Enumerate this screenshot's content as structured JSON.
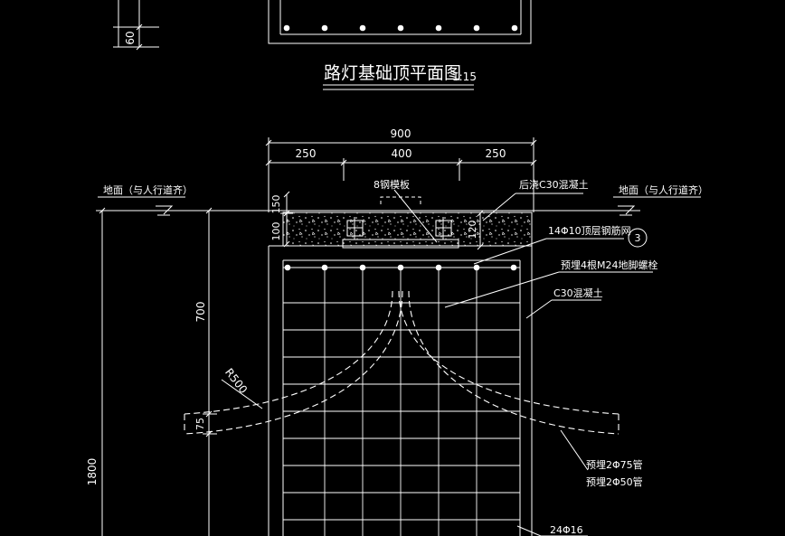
{
  "title": "路灯基础顶平面图",
  "title_scale": "1:15",
  "colors": {
    "background": "#000000",
    "line": "#ffffff"
  },
  "dimensions": {
    "top_small": "60",
    "overall_width": "900",
    "left_width": "250",
    "middle_width": "400",
    "right_width": "250",
    "dim_150": "150",
    "dim_100": "100",
    "dim_120": "120",
    "height_700": "700",
    "radius": "R500",
    "dim_75": "75",
    "total_height": "1800"
  },
  "labels": {
    "ground_left": "地面（与人行道齐）",
    "ground_right": "地面（与人行道齐）",
    "steel_plate": "8钢模板",
    "post_concrete": "后浇C30混凝土",
    "top_rebar": "14Φ10顶层钢筋网",
    "callout_3": "3",
    "anchor_bolts": "预埋4根M24地脚螺栓",
    "concrete": "C30混凝土",
    "pipe_75": "预埋2Φ75管",
    "pipe_50": "预埋2Φ50管",
    "rebar_bottom": "24Φ16"
  }
}
